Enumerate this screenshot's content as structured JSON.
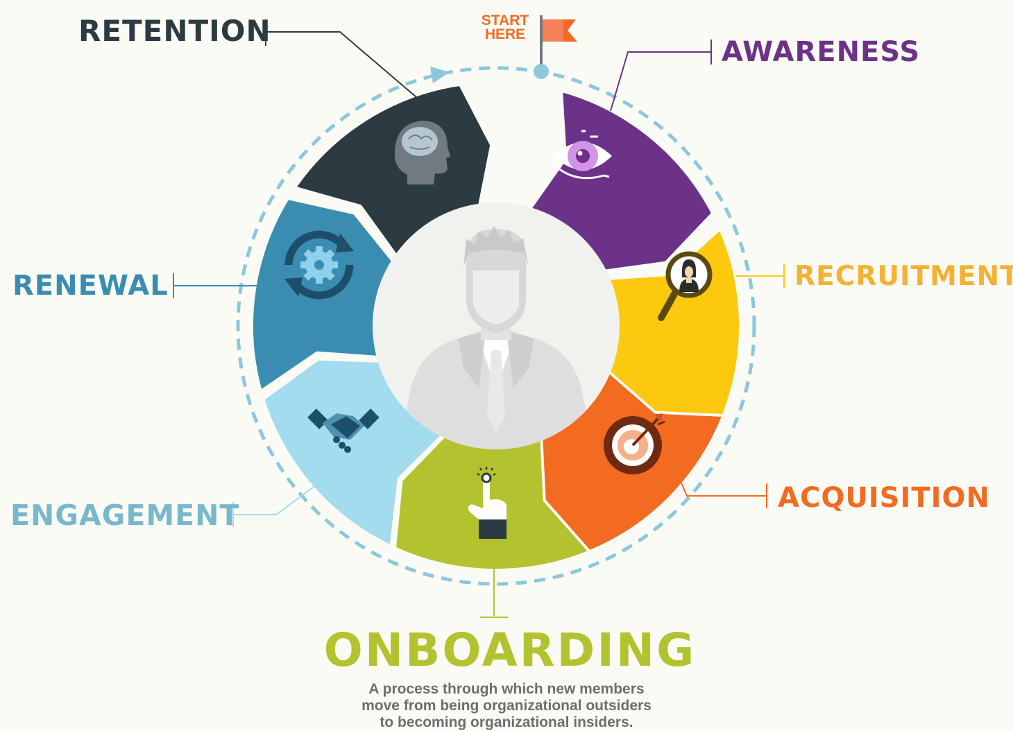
{
  "start": {
    "line1": "START",
    "line2": "HERE"
  },
  "stages": {
    "awareness": {
      "label": "AWARENESS",
      "color": "#6b3288",
      "icon": "eye-icon"
    },
    "recruitment": {
      "label": "RECRUITMENT",
      "color": "#fdc90f",
      "icon": "magnifier-person-icon"
    },
    "acquisition": {
      "label": "ACQUISITION",
      "color": "#f26b21",
      "icon": "target-arrow-icon"
    },
    "onboarding": {
      "label": "ONBOARDING",
      "color": "#b3c22f",
      "icon": "pointing-hand-icon"
    },
    "engagement": {
      "label": "ENGAGEMENT",
      "color": "#a2dcee",
      "icon": "handshake-icon"
    },
    "renewal": {
      "label": "RENEWAL",
      "color": "#3a8db0",
      "icon": "gear-cycle-icon"
    },
    "retention": {
      "label": "RETENTION",
      "color": "#2c3a42",
      "icon": "brain-head-icon"
    }
  },
  "description": {
    "line1": "A process through which new members",
    "line2": "move from being organizational outsiders",
    "line3": "to becoming organizational insiders."
  }
}
